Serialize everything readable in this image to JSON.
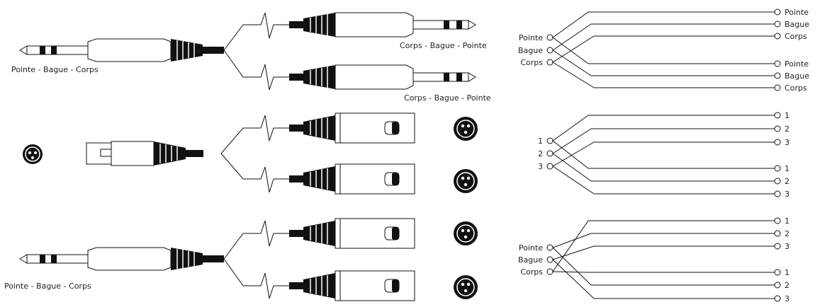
{
  "labels": {
    "trs_source": "Pointe - Bague - Corps",
    "trs_dest": "Corps - Bague - Pointe",
    "tip": "Pointe",
    "ring": "Bague",
    "sleeve": "Corps",
    "pin1": "1",
    "pin2": "2",
    "pin3": "3"
  },
  "wiring": [
    {
      "name": "trs-to-dual-trs",
      "left": [
        "Pointe",
        "Bague",
        "Corps"
      ],
      "right": [
        "Pointe",
        "Bague",
        "Corps",
        "Pointe",
        "Bague",
        "Corps"
      ],
      "connections": [
        [
          0,
          0
        ],
        [
          1,
          1
        ],
        [
          2,
          2
        ],
        [
          0,
          3
        ],
        [
          1,
          4
        ],
        [
          2,
          5
        ]
      ]
    },
    {
      "name": "xlr-to-dual-xlr",
      "left": [
        "1",
        "2",
        "3"
      ],
      "right": [
        "1",
        "2",
        "3",
        "1",
        "2",
        "3"
      ],
      "connections": [
        [
          0,
          0
        ],
        [
          1,
          1
        ],
        [
          2,
          2
        ],
        [
          0,
          3
        ],
        [
          1,
          4
        ],
        [
          2,
          5
        ]
      ]
    },
    {
      "name": "trs-to-dual-xlr",
      "left": [
        "Pointe",
        "Bague",
        "Corps"
      ],
      "right": [
        "1",
        "2",
        "3",
        "1",
        "2",
        "3"
      ],
      "connections": [
        [
          2,
          0
        ],
        [
          0,
          1
        ],
        [
          1,
          2
        ],
        [
          2,
          3
        ],
        [
          0,
          4
        ],
        [
          1,
          5
        ]
      ]
    }
  ]
}
